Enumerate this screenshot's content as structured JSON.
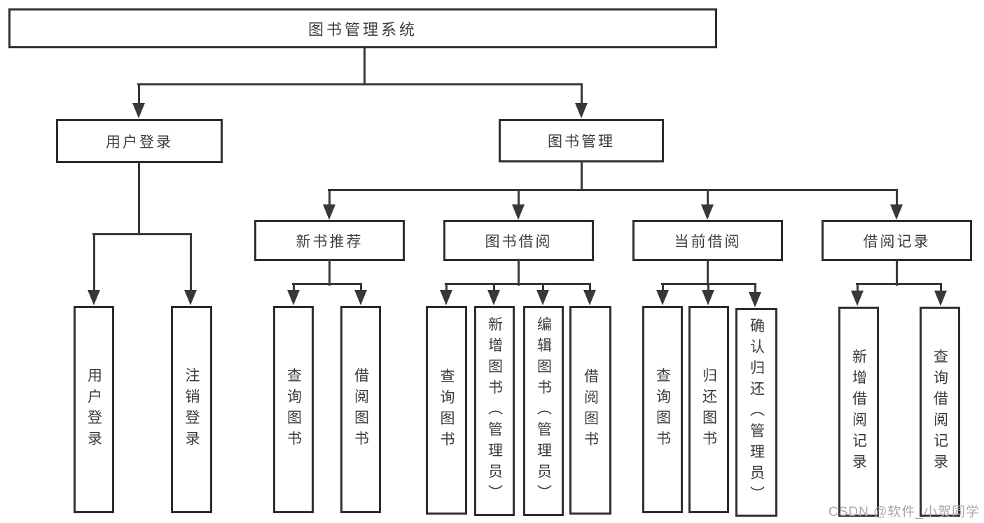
{
  "nodes": {
    "root": "图书管理系统",
    "user_login": "用户登录",
    "book_management": "图书管理",
    "user_login_leaf": "用户登录",
    "logout_leaf": "注销登录",
    "new_book_recommend": "新书推荐",
    "book_borrow": "图书借阅",
    "current_borrow": "当前借阅",
    "borrow_record": "借阅记录",
    "nb_query_book": "查询图书",
    "nb_borrow_book": "借阅图书",
    "bb_query_book": "查询图书",
    "bb_add_book": "新增图书（管理员）",
    "bb_edit_book": "编辑图书（管理员）",
    "bb_borrow_book": "借阅图书",
    "cb_query_book": "查询图书",
    "cb_return_book": "归还图书",
    "cb_confirm_return": "确认归还（管理员）",
    "br_add_record": "新增借阅记录",
    "br_query_record": "查询借阅记录"
  },
  "watermark": "CSDN @软件_小贺同学",
  "colors": {
    "line": "#383838",
    "box_border": "#2f2f2f",
    "text": "#3c3c3c",
    "watermark": "#a8a8a8",
    "background": "#ffffff"
  }
}
